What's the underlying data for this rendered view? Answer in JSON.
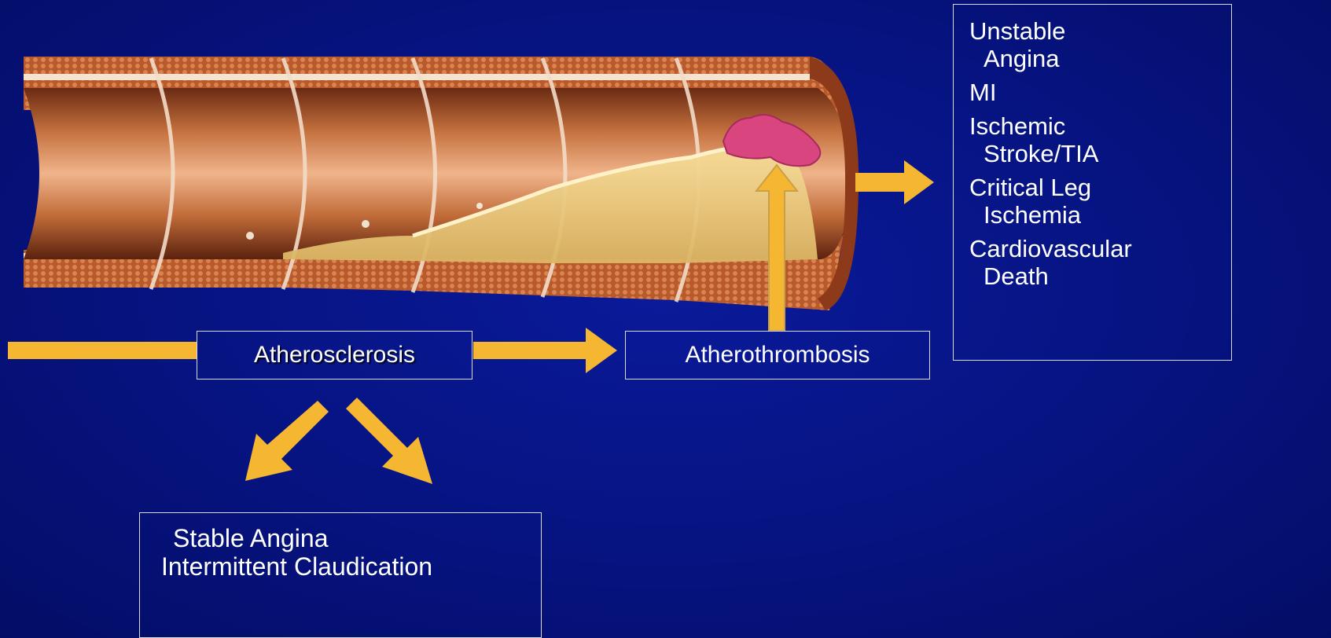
{
  "boxes": {
    "atherosclerosis": "Atherosclerosis",
    "atherothrombosis": "Atherothrombosis",
    "stable": {
      "line1": "Stable Angina",
      "line2": "Intermittent Claudication"
    }
  },
  "outcomes": [
    {
      "line1": "Unstable",
      "line2": "Angina"
    },
    {
      "line1": "MI",
      "line2": ""
    },
    {
      "line1": "Ischemic",
      "line2": "Stroke/TIA"
    },
    {
      "line1": "Critical Leg",
      "line2": "Ischemia"
    },
    {
      "line1": "Cardiovascular",
      "line2": "Death"
    }
  ],
  "colors": {
    "background": "#061380",
    "arrow": "#f5b731",
    "box_border": "#d8dbe8",
    "text": "#ffffff",
    "plaque": "#e9c77b",
    "thrombus": "#d8457f"
  }
}
